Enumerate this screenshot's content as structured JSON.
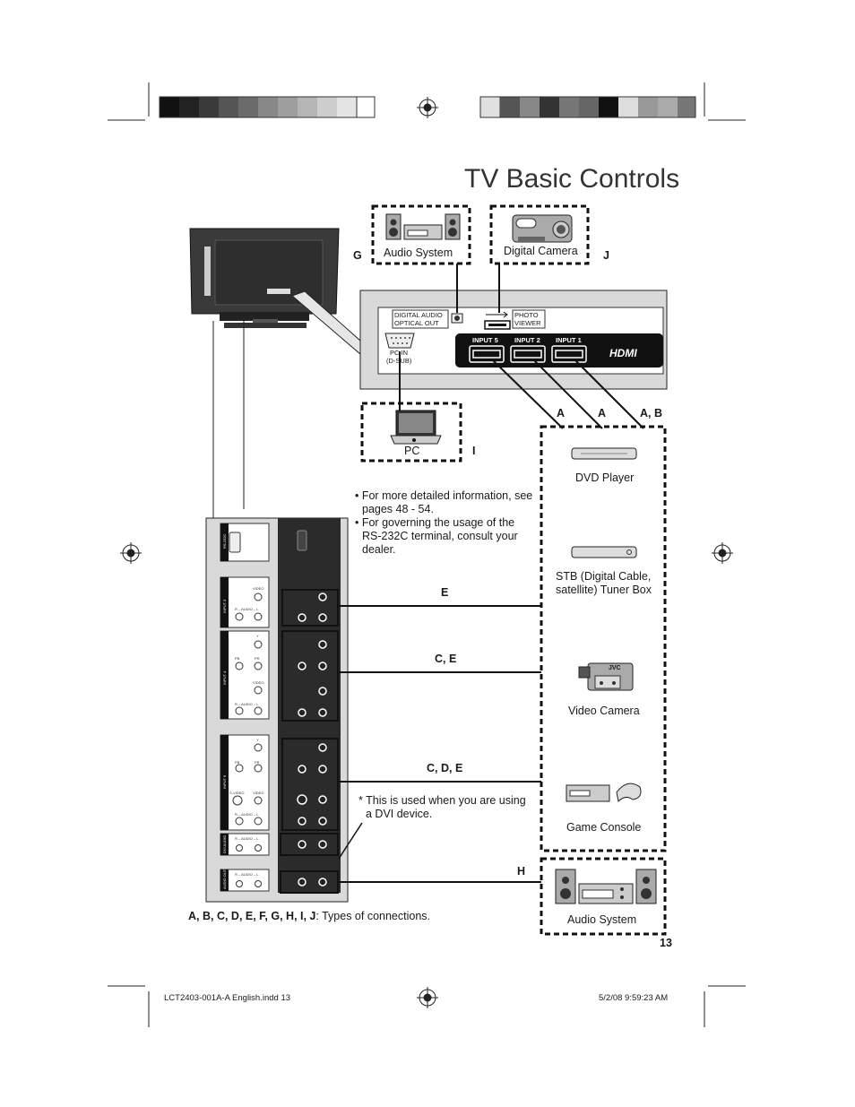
{
  "page_title": "TV Basic Controls",
  "page_number": "13",
  "top_devices": {
    "audio_system": "Audio System",
    "digital_camera": "Digital Camera",
    "letter_g": "G",
    "letter_j": "J"
  },
  "rear_panel": {
    "digital_audio": "DIGITAL AUDIO",
    "optical_out": "OPTICAL OUT",
    "photo": "PHOTO",
    "viewer": "VIEWER",
    "pc_in": "PC IN",
    "d_sub": "(D-SUB)",
    "input5": "INPUT 5",
    "input2": "INPUT 2",
    "input1": "INPUT 1",
    "hdmi_logo": "HDMI"
  },
  "pc": {
    "label": "PC",
    "letter": "I"
  },
  "hdmi_letters": [
    "A",
    "A",
    "A, B"
  ],
  "right_devices": {
    "dvd": "DVD Player",
    "stb_line1": "STB (Digital Cable,",
    "stb_line2": "satellite) Tuner Box",
    "camera": "Video Camera",
    "camera_brand": "JVC",
    "game": "Game Console",
    "audio": "Audio System",
    "letter_h": "H"
  },
  "notes": {
    "n1_line1": "• For more detailed information, see",
    "n1_line2": "pages 48 - 54.",
    "n2_line1": "• For governing the usage of the",
    "n2_line2": "RS-232C terminal, consult your",
    "n2_line3": "dealer.",
    "dvi_line1": "* This is used when you are using",
    "dvi_line2": "a DVI device."
  },
  "connection_letters": {
    "e": "E",
    "ce": "C, E",
    "cde": "C, D, E"
  },
  "side_panel": {
    "rs232c": "RS-232C",
    "input3": "INPUT 3",
    "input4": "INPUT 4",
    "input6": "INPUT 6",
    "dvi_audio": "DVI AUDIO",
    "audio_out": "AUDIO OUT",
    "video": "VIDEO",
    "audio_rl": "R – AUDIO – L",
    "y": "Y",
    "pb": "PB",
    "pr": "PR",
    "s_video": "S-VIDEO"
  },
  "legend": {
    "letters": "A, B, C, D, E, F, G, H, I, J",
    "text": ":  Types of connections."
  },
  "footer": {
    "file": "LCT2403-001A-A English.indd   13",
    "date": "5/2/08   9:59:23 AM"
  },
  "colors": {
    "dark_panel": "#2b2b2b",
    "panel_gray": "#d9d9d9",
    "line": "#1a1a1a"
  }
}
